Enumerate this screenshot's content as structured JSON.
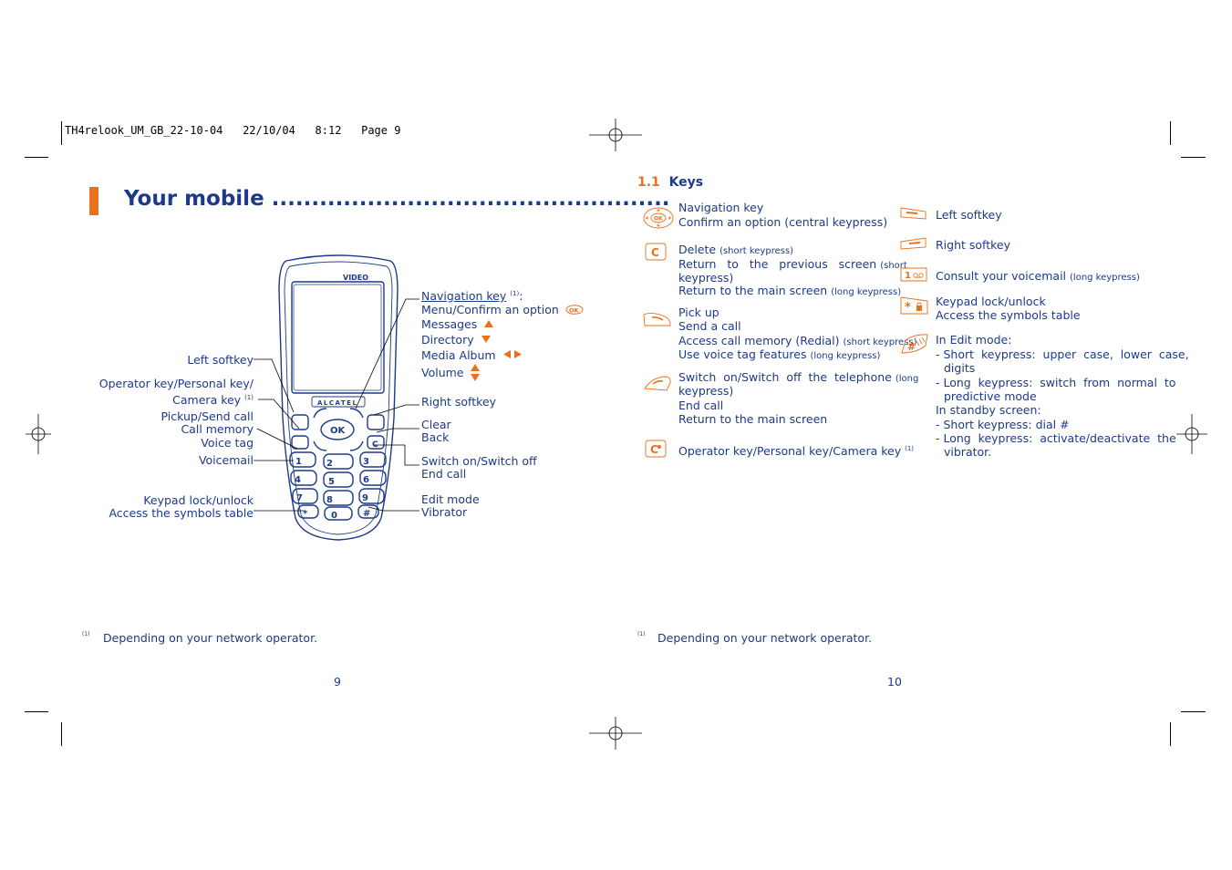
{
  "header": {
    "slug": "TH4relook_UM_GB_22-10-04   22/10/04   8:12   Page 9"
  },
  "left_page": {
    "title": "Your mobile ..................................................",
    "phone": {
      "brand": "ALCATEL",
      "video_label": "VIDEO"
    },
    "callouts_left": {
      "left_softkey": "Left softkey",
      "operator_key_1": "Operator key/Personal key/",
      "operator_key_2": "Camera key",
      "operator_sup": "(1)",
      "pickup_1": "Pickup/Send call",
      "pickup_2": "Call memory",
      "pickup_3": "Voice tag",
      "voicemail": "Voicemail",
      "keypad_1": "Keypad lock/unlock",
      "keypad_2": "Access the symbols table"
    },
    "callouts_right": {
      "nav_key": "Navigation key",
      "nav_sup": "(1)",
      "nav_colon": ":",
      "menu_confirm": "Menu/Confirm an option",
      "messages": "Messages",
      "directory": "Directory",
      "media_album": "Media Album",
      "volume": "Volume",
      "right_softkey": "Right softkey",
      "clear": "Clear",
      "back": "Back",
      "switch_on_off": "Switch on/Switch off",
      "end_call": "End call",
      "edit_mode": "Edit mode",
      "vibrator": "Vibrator"
    },
    "footnote_mark": "(1)",
    "footnote": "Depending on your network operator.",
    "page_number": "9"
  },
  "right_page": {
    "section_number": "1.1",
    "section_title": "Keys",
    "col1": {
      "nav_1": "Navigation key",
      "nav_2": "Confirm an option (central keypress)",
      "del_1": "Delete",
      "del_1_small": "(short keypress)",
      "del_2": "Return   to   the   previous   screen",
      "del_2_small": "(short",
      "del_3_small": "keypress)",
      "del_4": "Return to the main screen",
      "del_4_small": "(long keypress)",
      "pick_1": "Pick up",
      "pick_2": "Send a call",
      "pick_3": "Access call memory (Redial)",
      "pick_3_small": "(short keypress)",
      "pick_4": "Use voice tag features",
      "pick_4_small": "(long keypress)",
      "sw_1": "Switch  on/Switch  off  the  telephone",
      "sw_1_small": "(long",
      "sw_2_small": "keypress)",
      "sw_3": "End call",
      "sw_4": "Return to the main screen",
      "op_1": "Operator key/Personal key/Camera key",
      "op_sup": "(1)"
    },
    "col2": {
      "left_softkey": "Left softkey",
      "right_softkey": "Right softkey",
      "voicemail": "Consult your voicemail",
      "voicemail_small": "(long keypress)",
      "lock_1": "Keypad lock/unlock",
      "lock_2": "Access the symbols table",
      "edit_1": "In Edit mode:",
      "edit_2": "- Short  keypress:  upper  case,  lower  case,",
      "edit_3": "digits",
      "edit_4": "- Long  keypress:  switch  from  normal  to",
      "edit_5": "predictive mode",
      "edit_6": "In standby screen:",
      "edit_7": "- Short keypress: dial #",
      "edit_8": "- Long  keypress:  activate/deactivate  the",
      "edit_9": "vibrator."
    },
    "footnote_mark": "(1)",
    "footnote": "Depending on your network operator.",
    "page_number": "10"
  },
  "colors": {
    "text_blue": "#1d3a8a",
    "accent_orange": "#e8711d"
  }
}
